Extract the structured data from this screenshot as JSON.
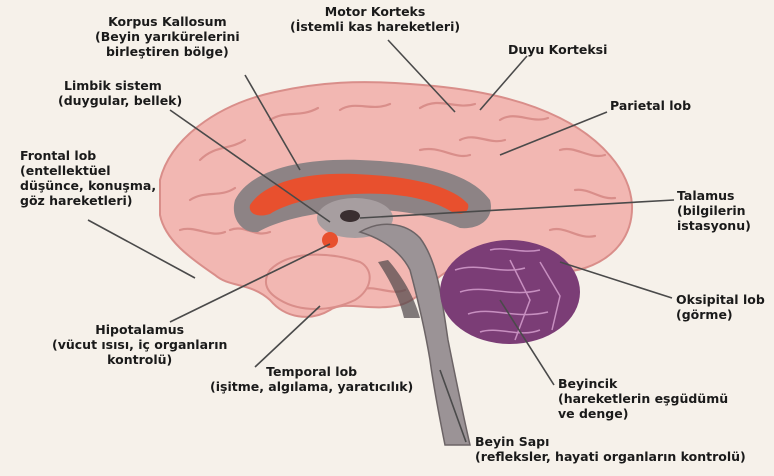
{
  "labels": {
    "motor_korteks": {
      "title": "Motor Korteks",
      "desc": [
        "(İstemli kas hareketleri)"
      ]
    },
    "korpus_kallosum": {
      "title": "Korpus Kallosum",
      "desc": [
        "(Beyin yarıkürelerini",
        "birleştiren bölge)"
      ]
    },
    "duyu_korteksi": {
      "title": "Duyu Korteksi",
      "desc": []
    },
    "limbik_sistem": {
      "title": "Limbik sistem",
      "desc": [
        "(duygular, bellek)"
      ]
    },
    "parietal_lob": {
      "title": "Parietal lob",
      "desc": []
    },
    "frontal_lob": {
      "title": "Frontal lob",
      "desc": [
        "(entellektüel",
        "düşünce, konuşma,",
        "göz hareketleri)"
      ]
    },
    "talamus": {
      "title": "Talamus",
      "desc": [
        "(bilgilerin",
        "istasyonu)"
      ]
    },
    "oksipital_lob": {
      "title": "Oksipital lob",
      "desc": [
        "(görme)"
      ]
    },
    "hipotalamus": {
      "title": "Hipotalamus",
      "desc": [
        "(vücut ısısı, iç organların",
        "kontrolü)"
      ]
    },
    "temporal_lob": {
      "title": "Temporal lob",
      "desc": [
        "(işitme, algılama, yaratıcılık)"
      ]
    },
    "beyincik": {
      "title": "Beyincik",
      "desc": [
        "(hareketlerin eşgüdümü",
        "ve denge)"
      ]
    },
    "beyin_sapi": {
      "title": "Beyin Sapı",
      "desc": [
        "(refleksler, hayati organların kontrolü)"
      ]
    }
  },
  "colors": {
    "background": "#f6f1ea",
    "cortex": "#f2b7b2",
    "cortex_fold": "#d98e8a",
    "corpus_callosum": "#e8502e",
    "limbic_gray": "#8d8385",
    "brainstem": "#9b9396",
    "cerebellum": "#7b3d76",
    "leader_line": "#4a4a4a"
  }
}
